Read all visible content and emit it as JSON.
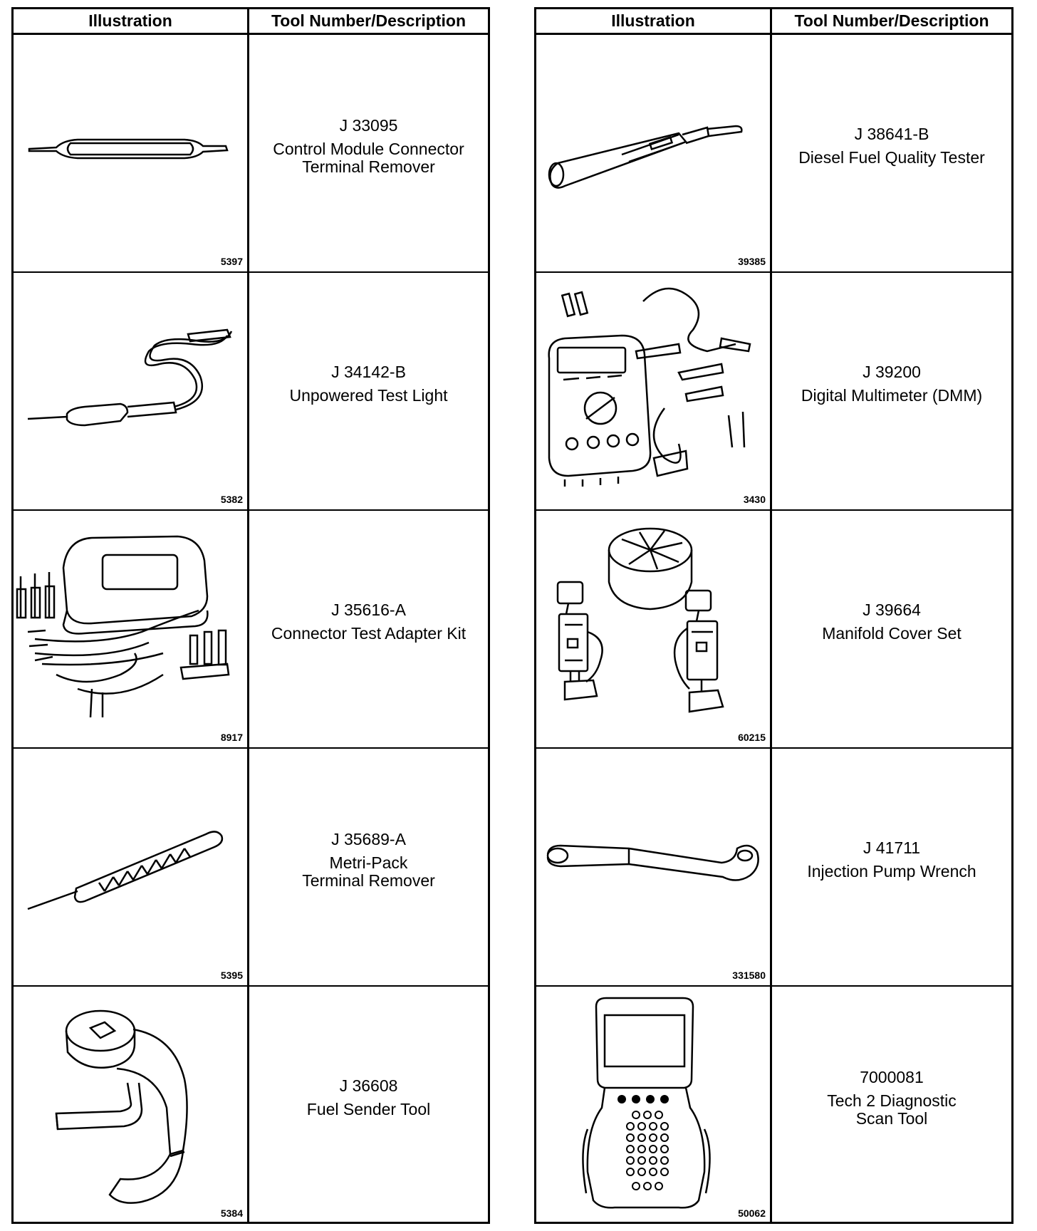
{
  "headers": {
    "illustration": "Illustration",
    "description": "Tool Number/Description"
  },
  "tables": [
    {
      "rows": [
        {
          "tool_number": "J 33095",
          "description": "Control Module Connector\nTerminal Remover",
          "figure_number": "5397",
          "icon": "terminal-remover-icon"
        },
        {
          "tool_number": "J 34142-B",
          "description": "Unpowered Test Light",
          "figure_number": "5382",
          "icon": "test-light-icon"
        },
        {
          "tool_number": "J 35616-A",
          "description": "Connector Test Adapter Kit",
          "figure_number": "8917",
          "icon": "adapter-kit-icon"
        },
        {
          "tool_number": "J 35689-A",
          "description": "Metri-Pack\nTerminal Remover",
          "figure_number": "5395",
          "icon": "metri-pack-remover-icon"
        },
        {
          "tool_number": "J 36608",
          "description": "Fuel Sender Tool",
          "figure_number": "5384",
          "icon": "fuel-sender-tool-icon"
        }
      ]
    },
    {
      "rows": [
        {
          "tool_number": "J 38641-B",
          "description": "Diesel Fuel Quality Tester",
          "figure_number": "39385",
          "icon": "fuel-quality-tester-icon"
        },
        {
          "tool_number": "J 39200",
          "description": "Digital Multimeter (DMM)",
          "figure_number": "3430",
          "icon": "multimeter-icon"
        },
        {
          "tool_number": "J 39664",
          "description": "Manifold Cover Set",
          "figure_number": "60215",
          "icon": "manifold-cover-set-icon"
        },
        {
          "tool_number": "J 41711",
          "description": "Injection Pump Wrench",
          "figure_number": "331580",
          "icon": "pump-wrench-icon"
        },
        {
          "tool_number": "7000081",
          "description": "Tech 2 Diagnostic\nScan Tool",
          "figure_number": "50062",
          "icon": "scan-tool-icon"
        }
      ]
    }
  ]
}
